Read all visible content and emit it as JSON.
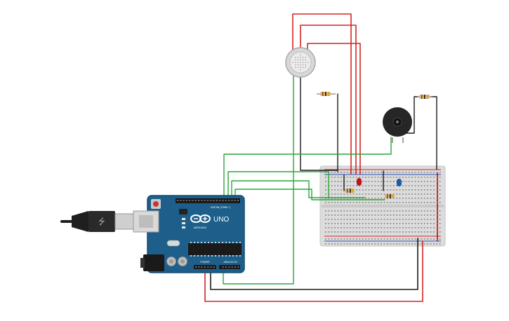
{
  "arduino": {
    "model_label": "UNO",
    "brand_label": "ARDUINO",
    "digital_header_label": "DIGITAL (PWM ~)",
    "power_header_label": "POWER",
    "analog_header_label": "ANALOG IN",
    "board_color": "#1d5f8a",
    "board_edge_color": "#174d72"
  },
  "wire_colors": {
    "red": "#d32424",
    "black": "#1a1a1a",
    "green": "#2aa63a"
  },
  "components": {
    "led_red_color": "#c0121a",
    "led_blue_color": "#1c5aa8",
    "buzzer_color": "#262626",
    "usb_cable_color": "#1f1f1f"
  },
  "breadboard": {
    "body_color": "#dcdcdc",
    "rail_red_color": "#d32424",
    "rail_blue_color": "#2a4fb0"
  }
}
